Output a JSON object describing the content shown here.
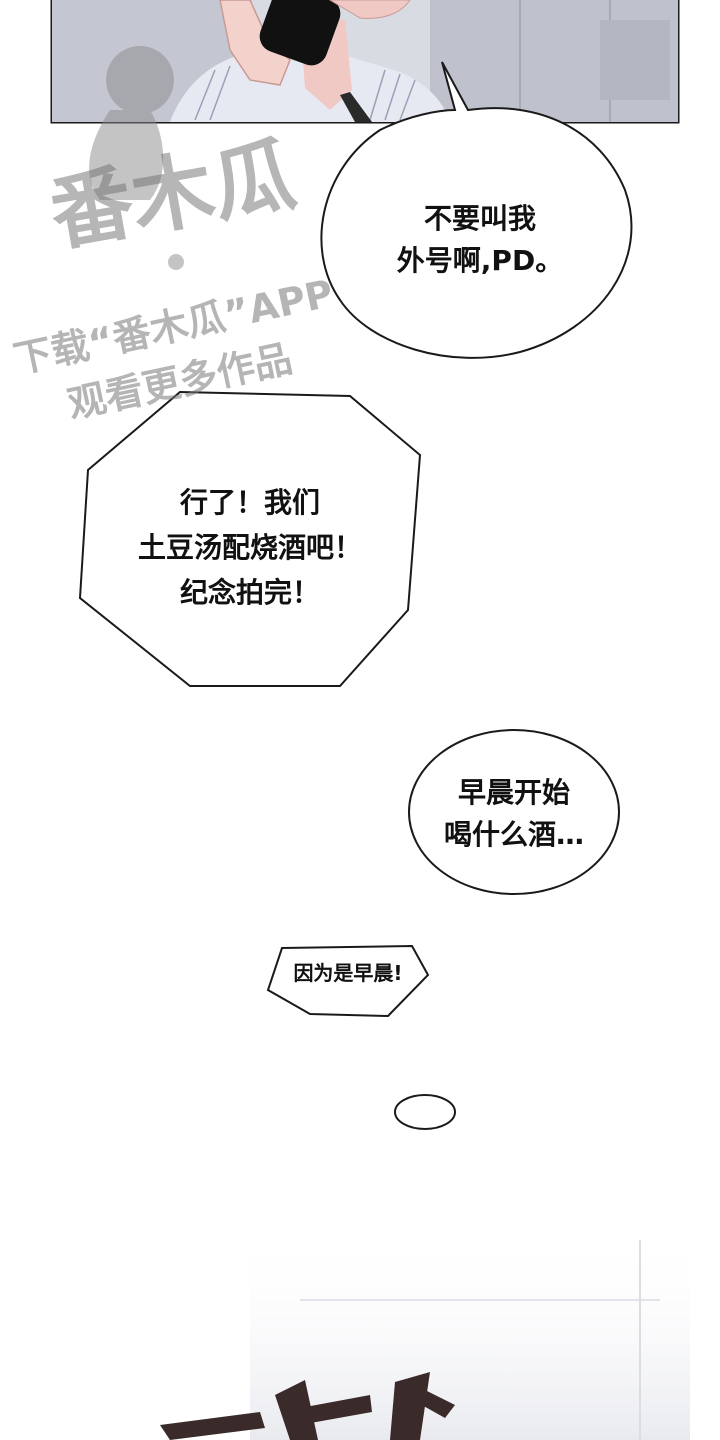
{
  "panels": {
    "top": {
      "description_color": "#c9ccd6"
    },
    "bottom_sfx": {
      "color": "#3a2a2a"
    }
  },
  "bubbles": [
    {
      "id": "bubble-1",
      "lines": [
        "不要叫我",
        "外号啊,PD。"
      ]
    },
    {
      "id": "bubble-2",
      "lines": [
        "行了！我们",
        "土豆汤配烧酒吧！",
        "纪念拍完！"
      ]
    },
    {
      "id": "bubble-3",
      "lines": [
        "早晨开始",
        "喝什么酒…"
      ]
    },
    {
      "id": "bubble-4",
      "lines": [
        "因为是早晨!"
      ]
    }
  ],
  "watermark": {
    "logo": "番木瓜",
    "line1": "下载“番木瓜”APP",
    "line2": "观看更多作品"
  },
  "colors": {
    "ink": "#111111",
    "panel_border": "#1a1a1a",
    "watermark": "#7a7a7a"
  }
}
